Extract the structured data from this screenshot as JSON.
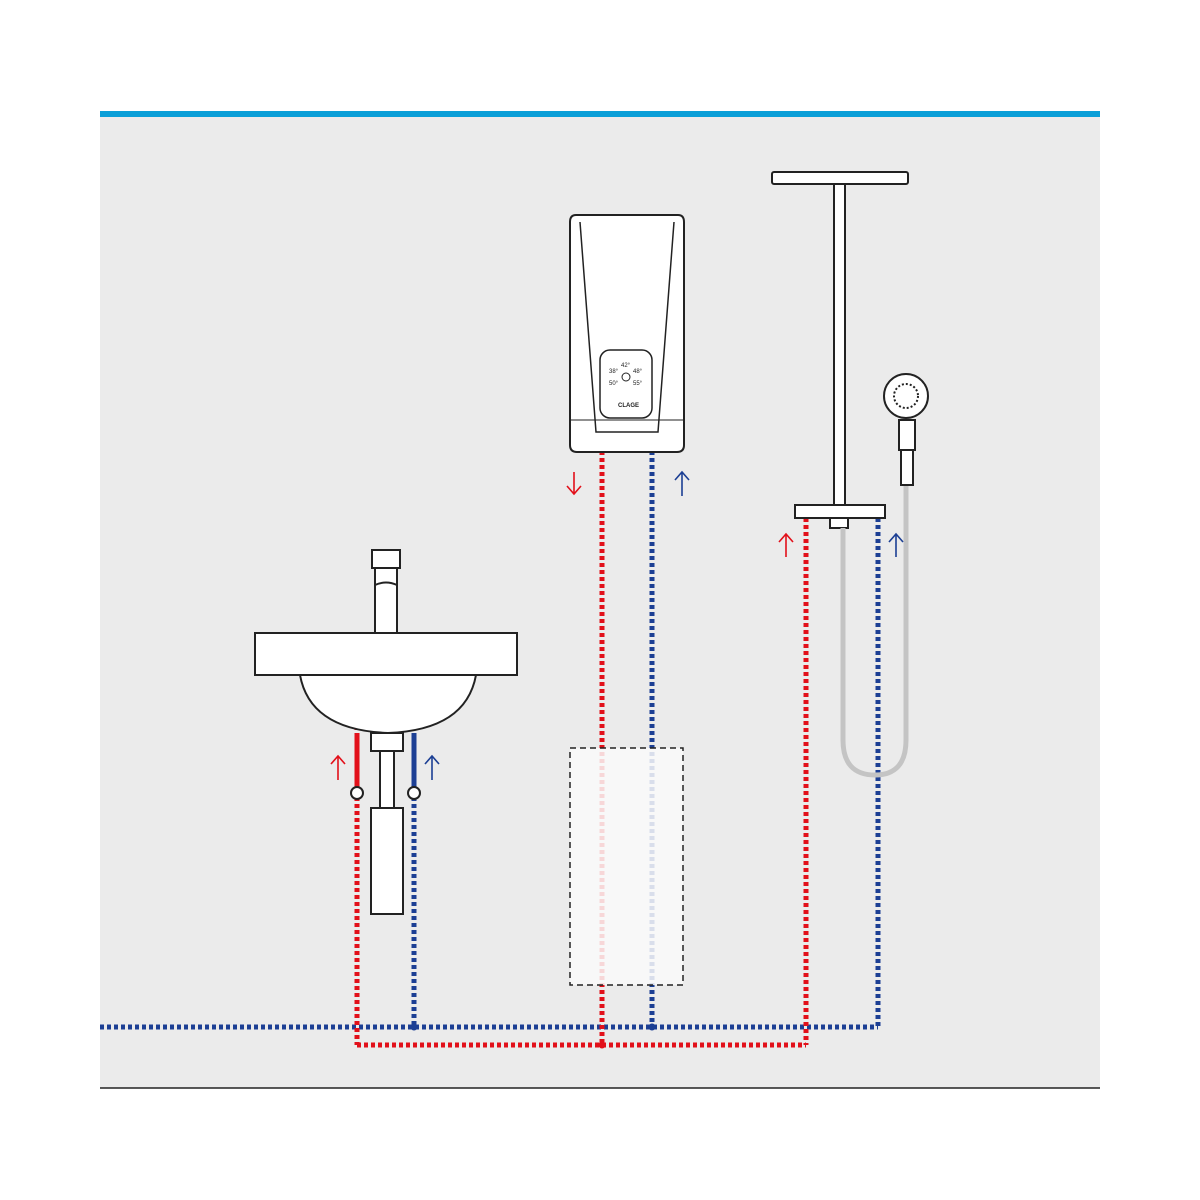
{
  "colors": {
    "hot": "#e2101a",
    "cold": "#1c3f94",
    "hose": "#c4c4c4",
    "background": "#ebebeb",
    "accent": "#0a9fd8"
  },
  "heater": {
    "brand": "CLAGE",
    "temperatures": [
      "42°",
      "38°",
      "48°",
      "50°",
      "55°"
    ]
  }
}
